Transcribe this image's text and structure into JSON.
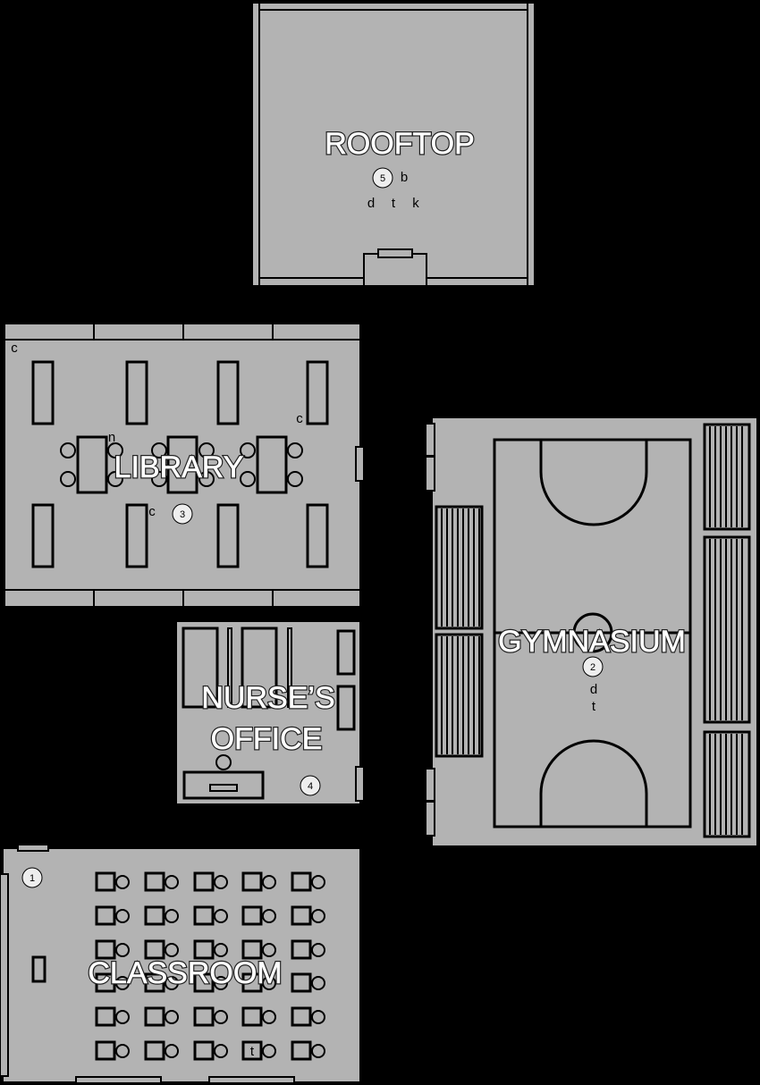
{
  "colors": {
    "background": "#000000",
    "floor": "#b3b3b3",
    "line": "#000000",
    "label": "#ffffff",
    "marker_fill": "#eeeeee"
  },
  "rooms": {
    "rooftop": {
      "label": "ROOFTOP",
      "marker": "5",
      "letters": [
        "b",
        "d",
        "t",
        "k"
      ]
    },
    "library": {
      "label": "LIBRARY",
      "marker": "3",
      "letters": [
        "c",
        "c",
        "n",
        "c"
      ]
    },
    "gymnasium": {
      "label": "GYMNASIUM",
      "marker": "2",
      "letters": [
        "d",
        "t"
      ]
    },
    "nurses_office": {
      "label_line1": "NURSE’S",
      "label_line2": "OFFICE",
      "marker": "4"
    },
    "classroom": {
      "label": "CLASSROOM",
      "marker": "1",
      "letters": [
        "t"
      ]
    }
  }
}
